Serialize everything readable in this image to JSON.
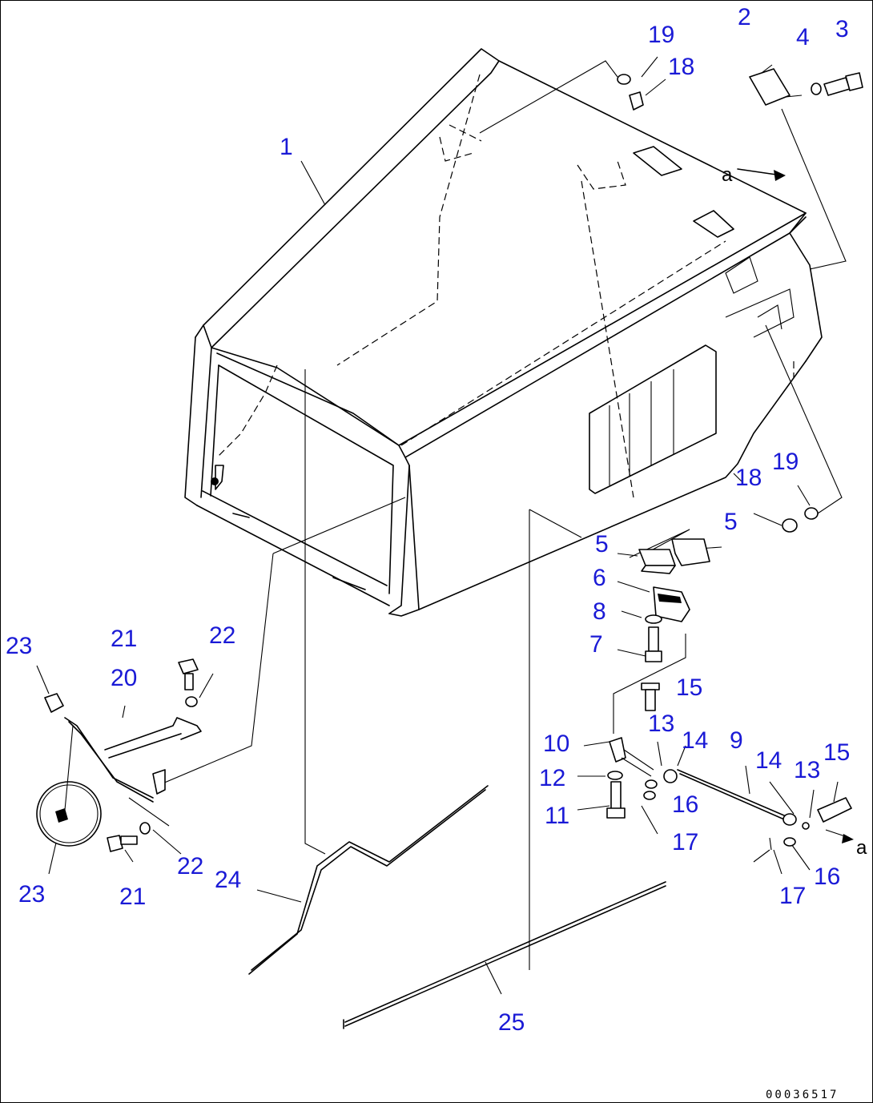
{
  "diagram": {
    "drawing_code": "00036517",
    "letter_marker": "a",
    "callouts": [
      {
        "id": "c1",
        "label": "1"
      },
      {
        "id": "c2",
        "label": "2"
      },
      {
        "id": "c3",
        "label": "3"
      },
      {
        "id": "c4",
        "label": "4"
      },
      {
        "id": "c19a",
        "label": "19"
      },
      {
        "id": "c18a",
        "label": "18"
      },
      {
        "id": "c19b",
        "label": "19"
      },
      {
        "id": "c18b",
        "label": "18"
      },
      {
        "id": "c5a",
        "label": "5"
      },
      {
        "id": "c5b",
        "label": "5"
      },
      {
        "id": "c6",
        "label": "6"
      },
      {
        "id": "c8",
        "label": "8"
      },
      {
        "id": "c7",
        "label": "7"
      },
      {
        "id": "c15a",
        "label": "15"
      },
      {
        "id": "c13a",
        "label": "13"
      },
      {
        "id": "c14a",
        "label": "14"
      },
      {
        "id": "c10",
        "label": "10"
      },
      {
        "id": "c9",
        "label": "9"
      },
      {
        "id": "c14b",
        "label": "14"
      },
      {
        "id": "c13b",
        "label": "13"
      },
      {
        "id": "c15b",
        "label": "15"
      },
      {
        "id": "c12",
        "label": "12"
      },
      {
        "id": "c16a",
        "label": "16"
      },
      {
        "id": "c11",
        "label": "11"
      },
      {
        "id": "c17a",
        "label": "17"
      },
      {
        "id": "c16b",
        "label": "16"
      },
      {
        "id": "c17b",
        "label": "17"
      },
      {
        "id": "c23a",
        "label": "23"
      },
      {
        "id": "c21a",
        "label": "21"
      },
      {
        "id": "c22a",
        "label": "22"
      },
      {
        "id": "c20",
        "label": "20"
      },
      {
        "id": "c23b",
        "label": "23"
      },
      {
        "id": "c21b",
        "label": "21"
      },
      {
        "id": "c22b",
        "label": "22"
      },
      {
        "id": "c24",
        "label": "24"
      },
      {
        "id": "c25",
        "label": "25"
      }
    ]
  }
}
